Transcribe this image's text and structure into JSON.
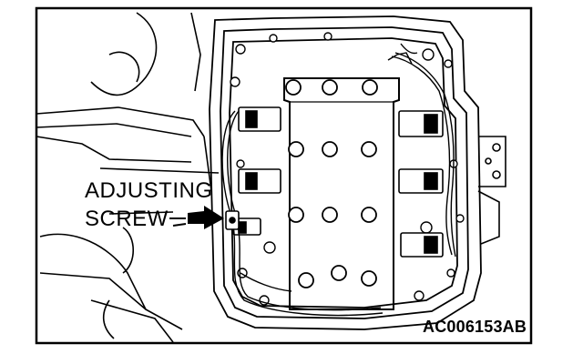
{
  "callout": {
    "line1": "ADJUSTING",
    "line2": "SCREW"
  },
  "figure_code": "AC006153AB",
  "colors": {
    "ink": "#000000",
    "paper": "#ffffff"
  }
}
